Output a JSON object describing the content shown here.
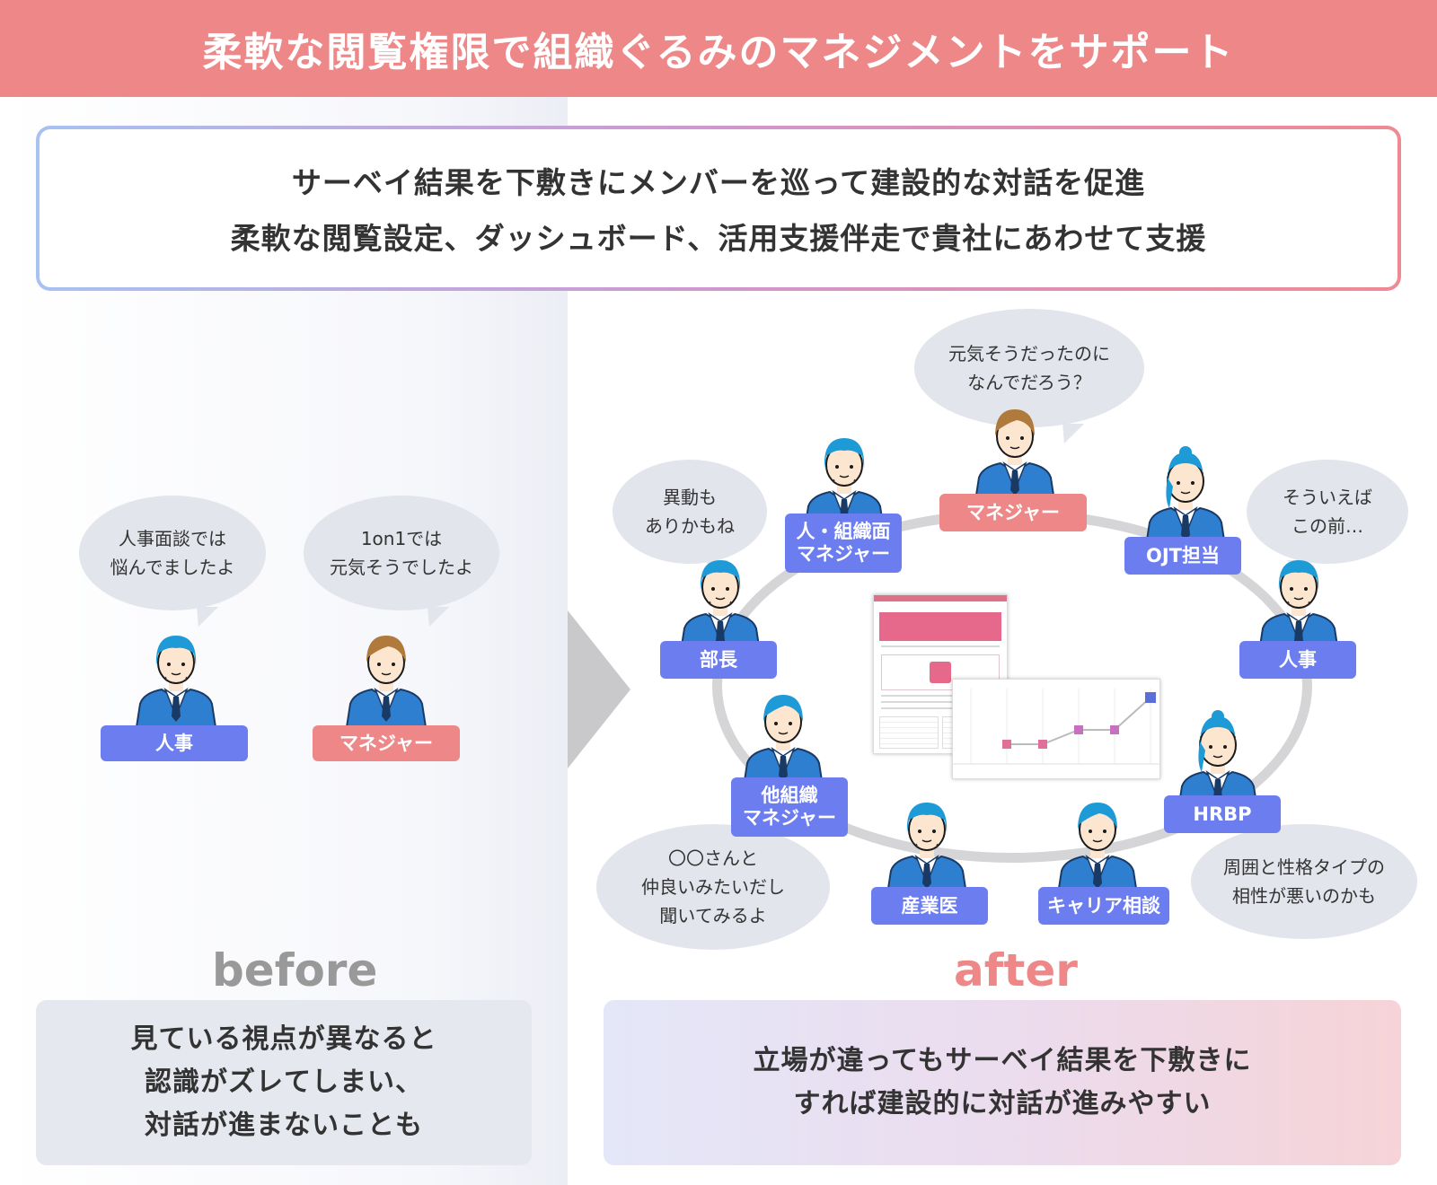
{
  "header": {
    "title": "柔軟な閲覧権限で組織ぐるみのマネジメントをサポート"
  },
  "intro": {
    "line1": "サーベイ結果を下敷きにメンバーを巡って建設的な対話を促進",
    "line2": "柔軟な閲覧設定、ダッシュボード、活用支援伴走で貴社にあわせて支援"
  },
  "before": {
    "caption": "before",
    "bubbles": [
      {
        "line1": "人事面談では",
        "line2": "悩んでましたよ"
      },
      {
        "line1": "1on1では",
        "line2": "元気そうでしたよ"
      }
    ],
    "labels": {
      "hr": "人事",
      "manager": "マネジャー"
    },
    "summary": {
      "line1": "見ている視点が異なると",
      "line2": "認識がズレてしまい、",
      "line3": "対話が進まないことも"
    }
  },
  "after": {
    "caption": "after",
    "bubbles": {
      "manager": {
        "line1": "元気そうだったのに",
        "line2": "なんでだろう？"
      },
      "bucho": {
        "line1": "異動も",
        "line2": "ありかもね"
      },
      "hr": {
        "line1": "そういえば",
        "line2": "この前…"
      },
      "other": {
        "line1": "〇〇さんと",
        "line2": "仲良いみたいだし",
        "line3": "聞いてみるよ"
      },
      "hrbp": {
        "line1": "周囲と性格タイプの",
        "line2": "相性が悪いのかも"
      }
    },
    "labels": {
      "manager": "マネジャー",
      "org_manager_1": "人・組織面",
      "org_manager_2": "マネジャー",
      "ojt": "OJT担当",
      "bucho": "部長",
      "hr": "人事",
      "other_manager_1": "他組織",
      "other_manager_2": "マネジャー",
      "hrbp": "HRBP",
      "doctor": "産業医",
      "career": "キャリア相談"
    },
    "summary": {
      "line1": "立場が違ってもサーベイ結果を下敷きに",
      "line2": "すれば建設的に対話が進みやすい"
    }
  },
  "colors": {
    "banner": "#ee8888",
    "label_blue": "#6c7df0",
    "label_pink": "#ee8888",
    "suit": "#2f7fd0",
    "hair_blue": "#1e9bd6",
    "hair_brown": "#b07a3c"
  }
}
